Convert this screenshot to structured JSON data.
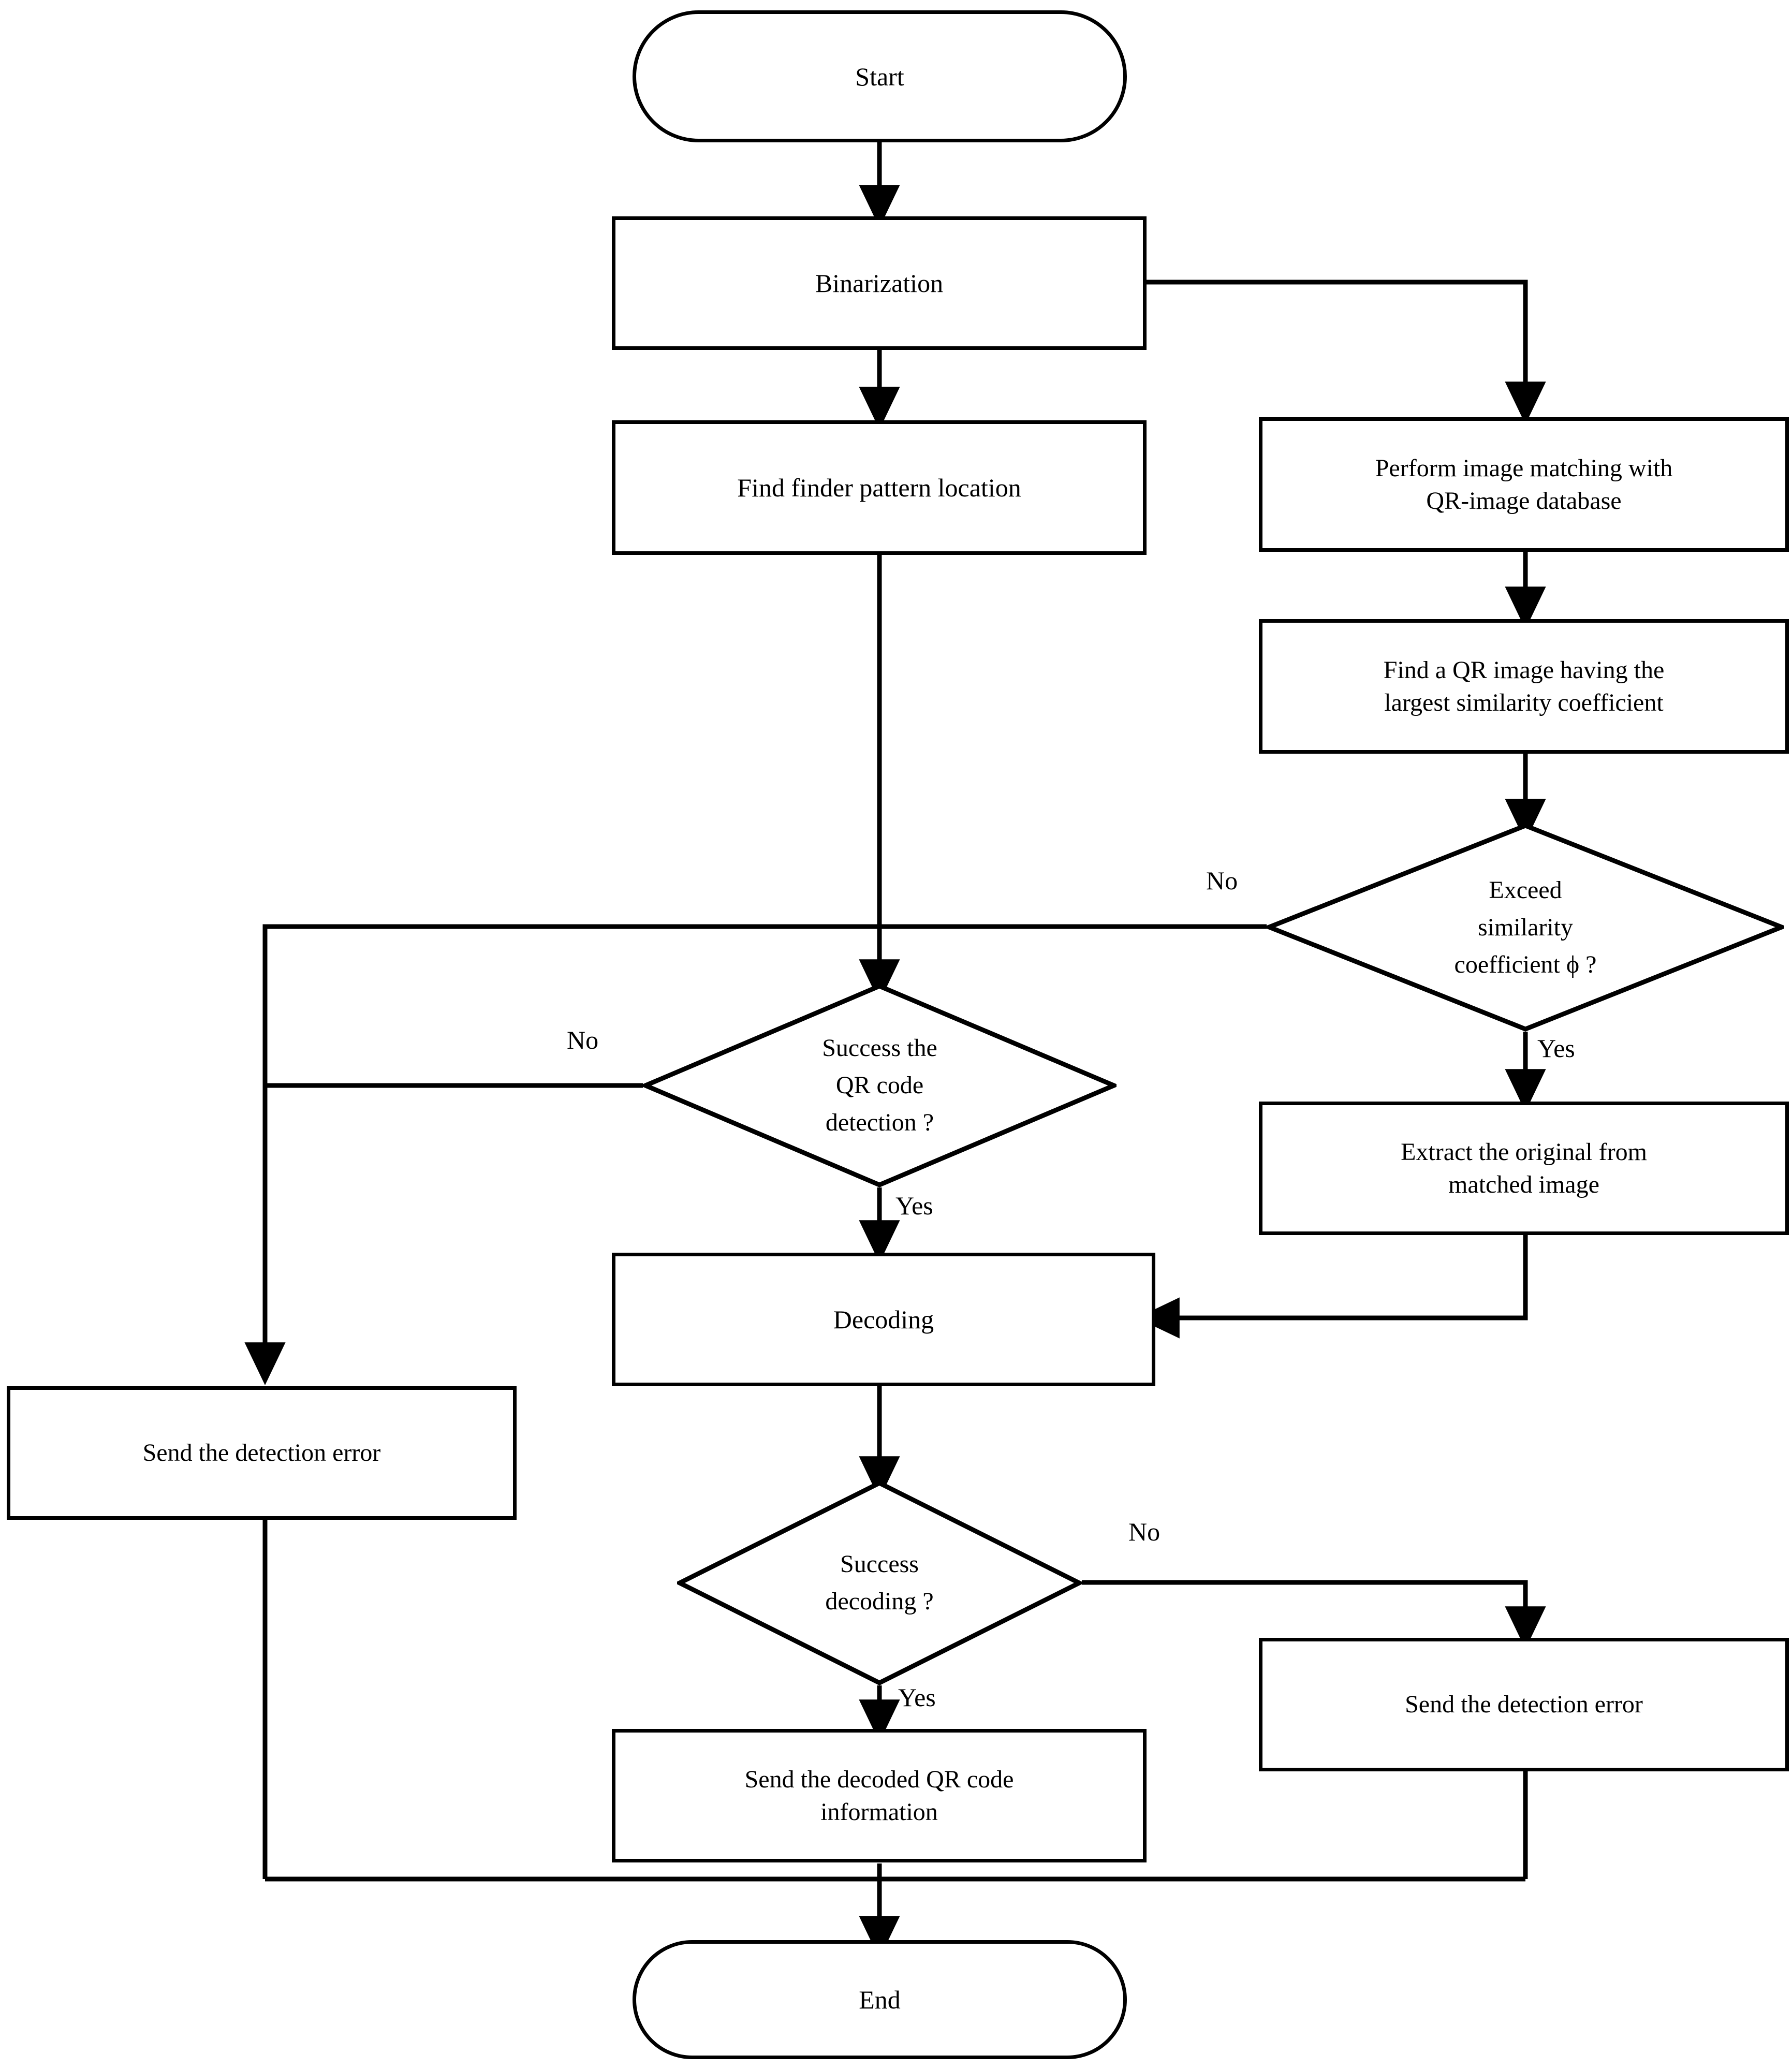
{
  "diagram": {
    "title": "QR code detection and decoding flowchart",
    "type": "flowchart",
    "stroke_color": "#000000",
    "fill_color": "#ffffff",
    "nodes": {
      "start": {
        "label": "Start",
        "shape": "terminator"
      },
      "binarization": {
        "label": "Binarization",
        "shape": "process"
      },
      "find_finder": {
        "label": "Find finder pattern location",
        "shape": "process"
      },
      "perform_matching_l1": {
        "label": "Perform image  matching  with",
        "label_l2": "QR-image database",
        "shape": "process"
      },
      "find_qr_similarity_l1": {
        "label": "Find a QR image having  the",
        "label_l2": "largest similarity coefficient",
        "shape": "process"
      },
      "exceed_similarity": {
        "label_l1": "Exceed",
        "label_l2": "similarity",
        "label_l3": "coefficient ϕ ?",
        "shape": "decision"
      },
      "success_detection": {
        "label_l1": "Success the",
        "label_l2": "QR code",
        "label_l3": "detection ?",
        "shape": "decision"
      },
      "extract_original_l1": {
        "label": "Extract the original from",
        "label_l2": "matched image",
        "shape": "process"
      },
      "decoding": {
        "label": "Decoding",
        "shape": "process"
      },
      "send_detection_error_left": {
        "label": "Send the detection error",
        "shape": "process"
      },
      "success_decoding": {
        "label_l1": "Success",
        "label_l2": "decoding ?",
        "shape": "decision"
      },
      "send_detection_error_right": {
        "label": "Send the detection error",
        "shape": "process"
      },
      "send_decoded_info_l1": {
        "label": "Send the decoded QR code",
        "label_l2": "information",
        "shape": "process"
      },
      "end": {
        "label": "End",
        "shape": "terminator"
      }
    },
    "edge_labels": {
      "exceed_no": "No",
      "exceed_yes": "Yes",
      "detection_no": "No",
      "detection_yes": "Yes",
      "decoding_no": "No",
      "decoding_yes": "Yes"
    }
  }
}
